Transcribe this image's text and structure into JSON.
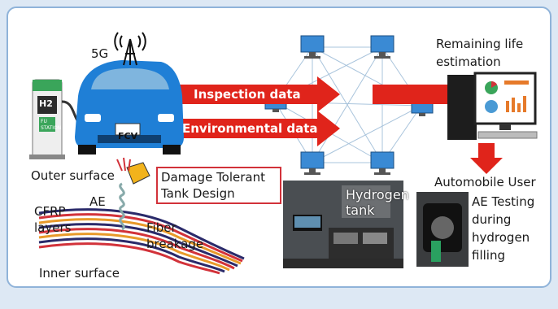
{
  "labels": {
    "signal": "5G",
    "remaining_life_line1": "Remaining life",
    "remaining_life_line2": "estimation",
    "inspection_data": "Inspection data",
    "environmental_data": "Environmental data",
    "outer_surface": "Outer surface",
    "damage_line1": "Damage Tolerant",
    "damage_line2": "Tank Design",
    "ae": "AE",
    "cfrp_line1": "CFRP",
    "cfrp_line2": "layers",
    "fiber_line1": "Fiber",
    "fiber_line2": "breakage",
    "inner_surface": "Inner surface",
    "hydrogen_line1": "Hydrogen",
    "hydrogen_line2": "tank",
    "automobile_user": "Automobile User",
    "ae_testing_line1": "AE Testing",
    "ae_testing_line2": "during",
    "ae_testing_line3": "hydrogen",
    "ae_testing_line4": "filling",
    "car_plate": "FCV",
    "station_h2": "H2",
    "station_sub": "FU STATION"
  },
  "colors": {
    "arrow_red": "#e0241b",
    "car_blue": "#1f7fd6",
    "box_border": "#d2323a",
    "panel_border": "#8fb3d9",
    "monitor_blue": "#3a8ad4"
  },
  "icons": [
    "antenna-icon",
    "car-icon",
    "charging-station-icon",
    "monitor-icon",
    "workstation-icon",
    "down-arrow-icon"
  ]
}
